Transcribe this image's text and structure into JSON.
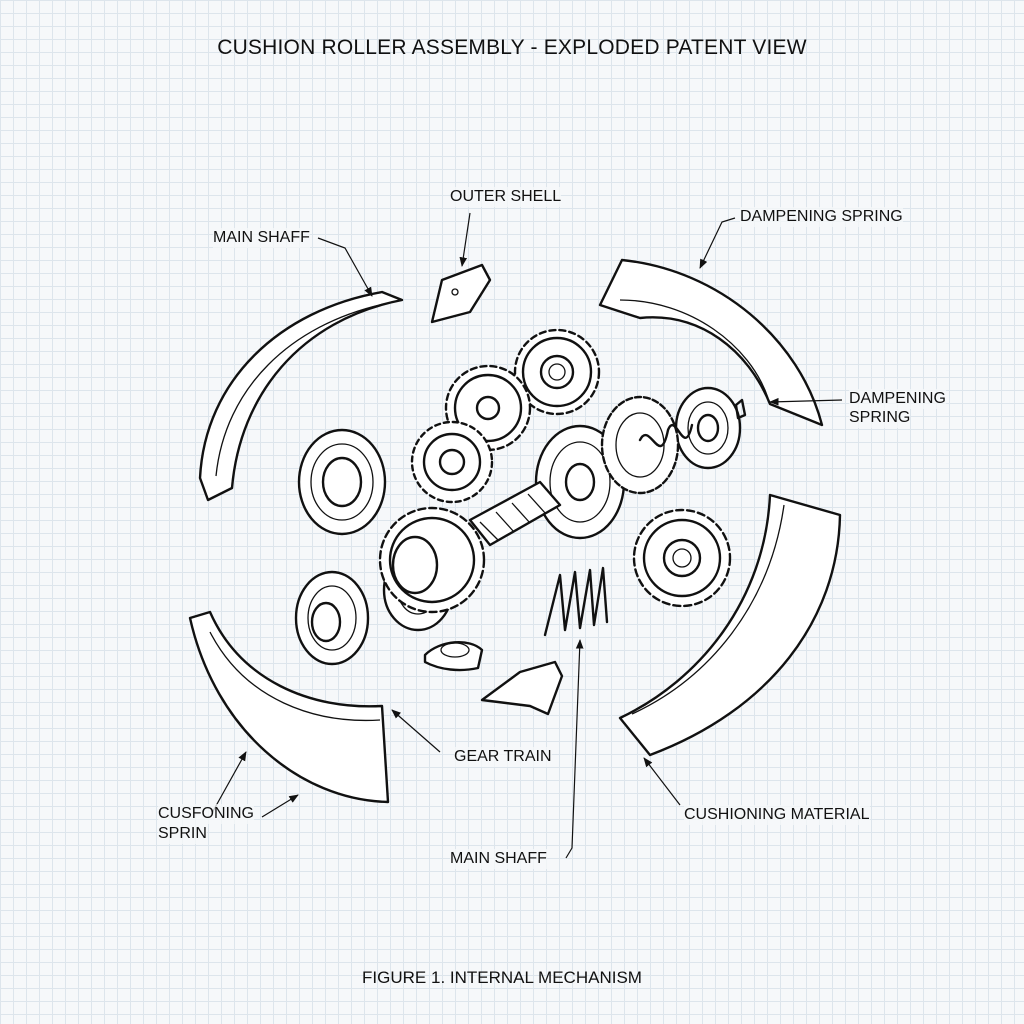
{
  "title": "CUSHION ROLLER ASSEMBLY - EXPLODED PATENT VIEW",
  "caption": "FIGURE 1. INTERNAL MECHANISM",
  "labels": {
    "outer_shell": "OUTER SHELL",
    "main_shaft_top": "MAIN SHAFF",
    "dampening_spring_top": "DAMPENING SPRING",
    "dampening_spring_right_1": "DAMPENING",
    "dampening_spring_right_2": "SPRING",
    "gear_train": "GEAR TRAIN",
    "cushioning_spring_1": "CUSFONING",
    "cushioning_spring_2": "SPRIN",
    "cushioning_material": "CUSHIONING MATERIAL",
    "main_shaft_bottom": "MAIN SHAFF"
  }
}
